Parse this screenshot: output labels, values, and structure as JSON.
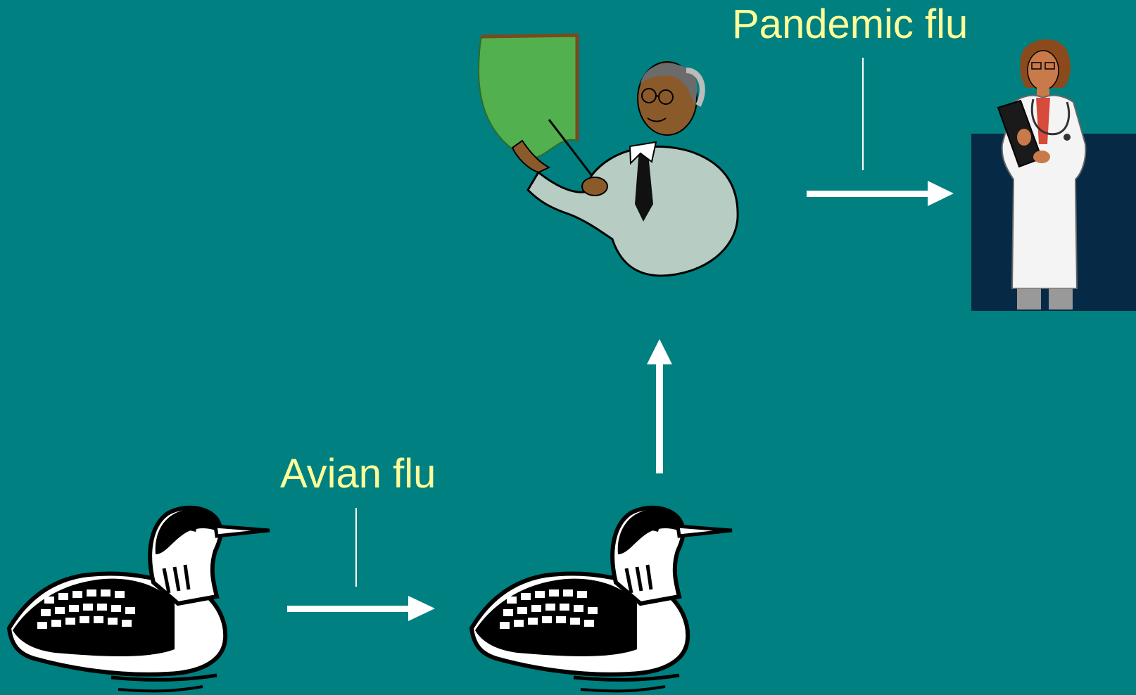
{
  "labels": {
    "pandemic": "Pandemic flu",
    "avian": "Avian flu"
  },
  "figures": {
    "duck_left": "duck-clipart",
    "duck_right": "duck-clipart",
    "scientist": "scientist-presenting-clipart",
    "doctor": "doctor-with-clipboard-clipart"
  },
  "arrows": [
    "duck-to-duck",
    "duck-to-scientist",
    "scientist-to-doctor"
  ],
  "colors": {
    "background": "#008080",
    "label_text": "#FFFF99",
    "arrow": "#FFFFFF",
    "doctor_panel": "#062A45",
    "board": "#52B04E"
  }
}
